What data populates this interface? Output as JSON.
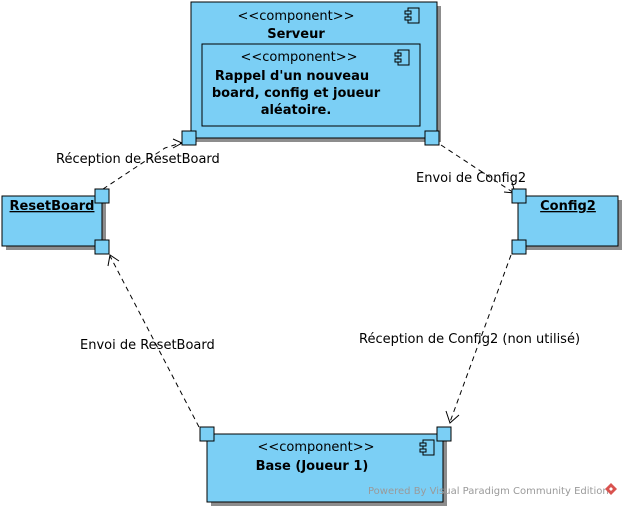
{
  "components": {
    "serveur": {
      "stereotype": "<<component>>",
      "name": "Serveur"
    },
    "rappel": {
      "stereotype": "<<component>>",
      "name_lines": [
        "Rappel d'un nouveau",
        "board, config et joueur",
        "aléatoire."
      ]
    },
    "base": {
      "stereotype": "<<component>>",
      "name": "Base (Joueur 1)"
    }
  },
  "objects": {
    "resetboard": {
      "name": "ResetBoard"
    },
    "config2": {
      "name": "Config2"
    }
  },
  "edges": {
    "reception_resetboard": "Réception de ResetBoard",
    "envoi_config2": "Envoi de Config2",
    "envoi_resetboard": "Envoi de ResetBoard",
    "reception_config2": "Réception de Config2 (non utilisé)"
  },
  "watermark": "Powered By Visual Paradigm Community Edition"
}
